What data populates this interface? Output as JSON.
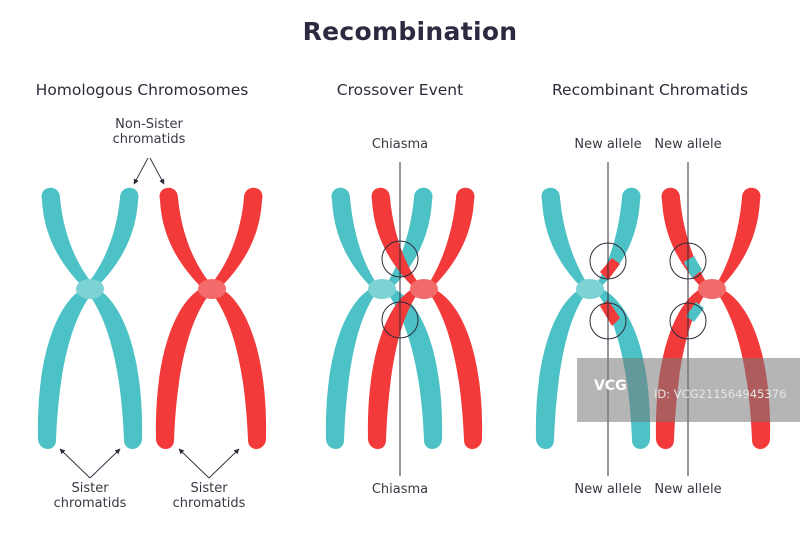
{
  "title": "Recombination",
  "sections": [
    {
      "heading": "Homologous Chromosomes"
    },
    {
      "heading": "Crossover Event"
    },
    {
      "heading": "Recombinant Chromatids"
    }
  ],
  "labels": {
    "non_sister_line1": "Non-Sister",
    "non_sister_line2": "chromatids",
    "sister_left_line1": "Sister",
    "sister_left_line2": "chromatids",
    "sister_right_line1": "Sister",
    "sister_right_line2": "chromatids",
    "chiasma_top": "Chiasma",
    "chiasma_bottom": "Chiasma",
    "new_allele_top_1": "New allele",
    "new_allele_top_2": "New allele",
    "new_allele_bottom_1": "New allele",
    "new_allele_bottom_2": "New allele"
  },
  "colors": {
    "teal": "#4dc2c6",
    "teal_centromere": "#7dd3d3",
    "red": "#f23a3a",
    "red_centromere": "#f36a6a",
    "line": "#2f2b3a"
  },
  "watermark": {
    "logo": "VCG",
    "id": "ID: VCG211564945376"
  }
}
